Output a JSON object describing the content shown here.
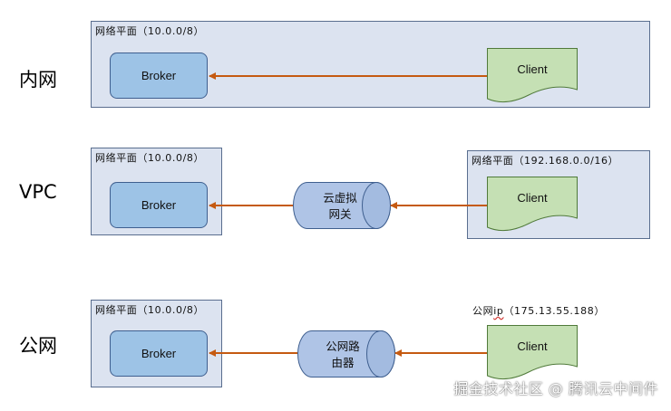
{
  "rows": [
    {
      "label": "内网",
      "network_plane": "网络平面（10.0.0/8）",
      "broker": "Broker",
      "client": "Client"
    },
    {
      "label": "VPC",
      "network_plane": "网络平面（10.0.0/8）",
      "broker": "Broker",
      "gateway_line1": "云虚拟",
      "gateway_line2": "网关",
      "client_plane": "网络平面（192.168.0.0/16）",
      "client": "Client"
    },
    {
      "label": "公网",
      "network_plane": "网络平面（10.0.0/8）",
      "broker": "Broker",
      "router_line1": "公网路",
      "router_line2": "由器",
      "public_ip_prefix": "公网",
      "public_ip_word": "ip",
      "public_ip_value": "（175.13.55.188）",
      "client": "Client"
    }
  ],
  "watermark": "掘金技术社区 @ 腾讯云中间件",
  "colors": {
    "panel_fill": "#dce3f0",
    "panel_border": "#5a6e8f",
    "broker_fill": "#9dc3e6",
    "client_fill": "#c5e0b4",
    "cylinder_fill": "#afc4e6",
    "arrow": "#c55a11"
  }
}
